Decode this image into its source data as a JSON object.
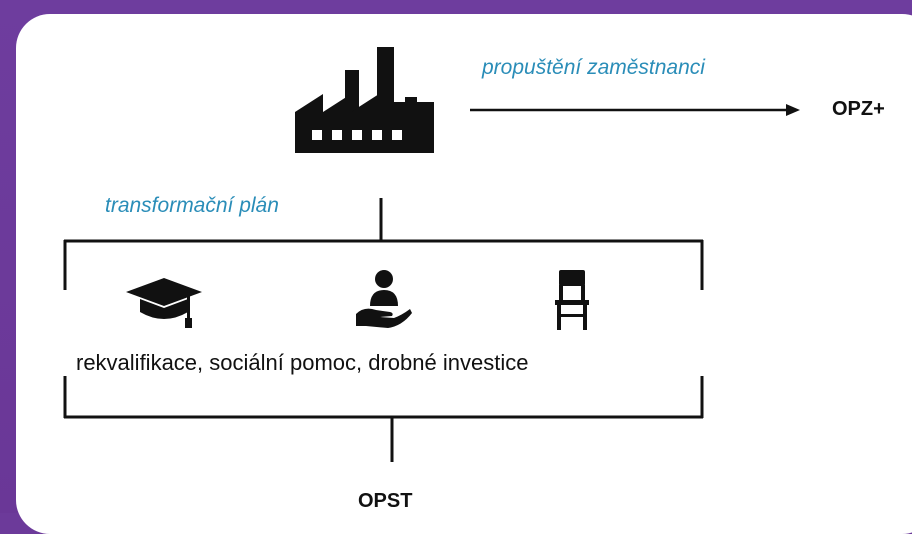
{
  "labels": {
    "arrow_label": "propuštění zaměstnanci",
    "arrow_target": "OPZ+",
    "plan_label": "transformační plán",
    "measures": "rekvalifikace, sociální pomoc, drobné investice",
    "bottom_target": "OPST"
  },
  "icons": {
    "factory": "factory-icon",
    "education": "graduation-cap-icon",
    "social": "helping-hand-person-icon",
    "investment": "chair-icon"
  },
  "colors": {
    "background": "#6c3a9a",
    "card": "#ffffff",
    "accent_text": "#2a8db8",
    "lines": "#111111"
  }
}
